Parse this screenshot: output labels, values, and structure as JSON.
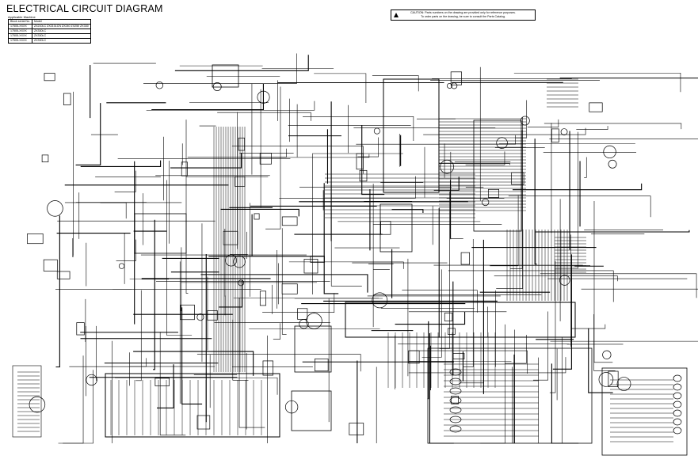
{
  "title": "ELECTRICAL CIRCUIT DIAGRAM",
  "applicable_machine": {
    "label": "Applicable Machine",
    "headers": [
      "Block serial No.",
      "Model"
    ],
    "rows": [
      [
        "17505-XXXX",
        "ZX210LC ZX210LCN ZX240 ZX250 ZX330"
      ],
      [
        "17505-XXXX",
        "ZX330LC"
      ],
      [
        "17505-XXXX",
        "ZX330LC"
      ],
      [
        "17505-XXXX",
        "ZX330LC"
      ]
    ]
  },
  "caution": {
    "line1": "CAUTION: Parts numbers on the drawing are provided only for reference purposes.",
    "line2": "To order parts on the drawing, be sure to consult the Parts Catalog."
  }
}
